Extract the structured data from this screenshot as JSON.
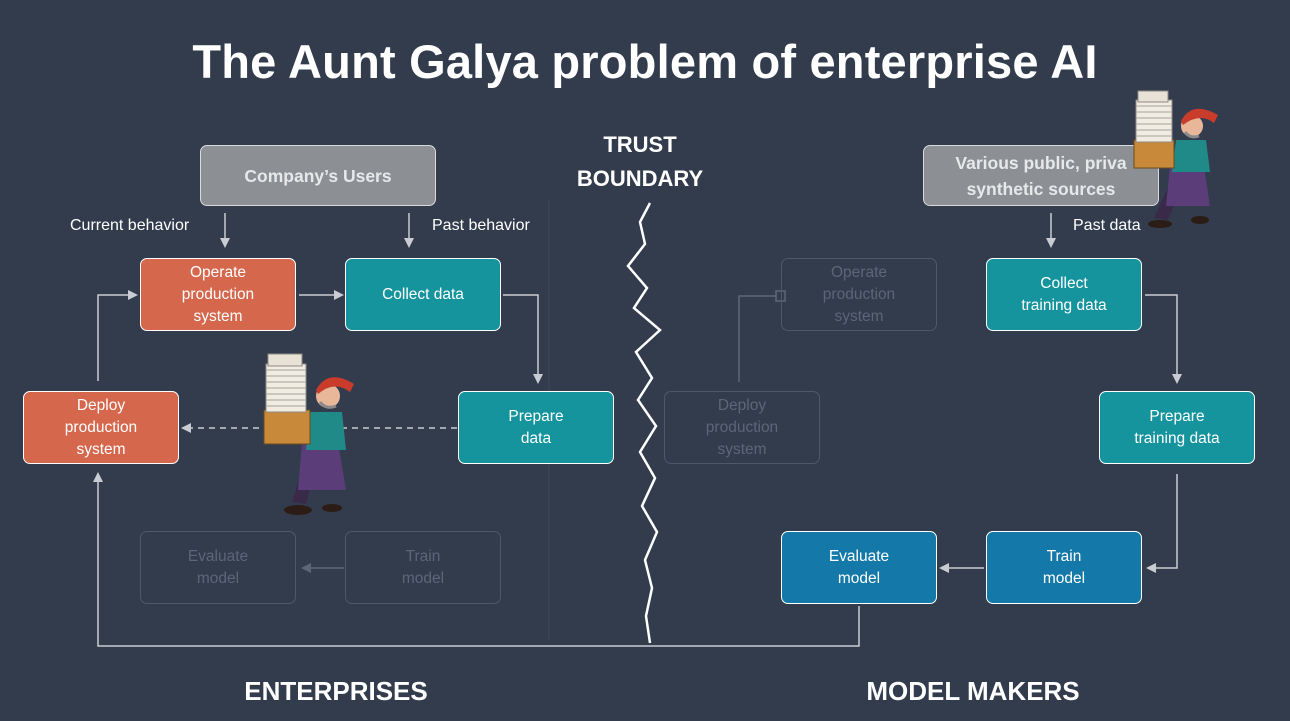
{
  "title": "The Aunt Galya problem of enterprise AI",
  "trust_boundary": {
    "line1": "TRUST",
    "line2": "BOUNDARY"
  },
  "headings": {
    "left": "ENTERPRISES",
    "right": "MODEL MAKERS"
  },
  "labels": {
    "current_behavior": "Current behavior",
    "past_behavior": "Past behavior",
    "past_data": "Past data"
  },
  "left_boxes": {
    "users": "Company’s Users",
    "operate": "Operate\nproduction\nsystem",
    "collect": "Collect  data",
    "prepare": "Prepare\ndata",
    "deploy": "Deploy\nproduction\nsystem",
    "evaluate": "Evaluate\nmodel",
    "train": "Train\nmodel"
  },
  "right_boxes": {
    "sources": "Various public, priva\nsynthetic sources",
    "operate": "Operate\nproduction\nsystem",
    "collect": "Collect\ntraining data",
    "deploy": "Deploy\nproduction\nsystem",
    "prepare": "Prepare\ntraining data",
    "evaluate": "Evaluate\nmodel",
    "train": "Train\nmodel"
  },
  "colors": {
    "background": "#323c4d",
    "operate_deploy": "#d4674c",
    "collect_prepare": "#16949d",
    "train_evaluate": "#1479a8",
    "ghost": "#4e5869"
  }
}
